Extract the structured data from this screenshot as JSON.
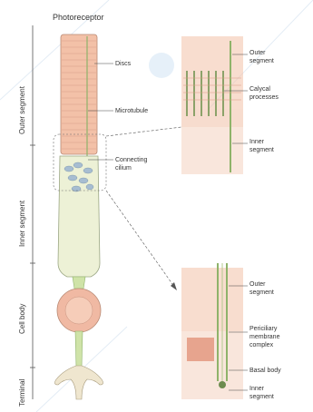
{
  "title": "Photoreceptor",
  "side_labels": {
    "outer_segment": "Outer segment",
    "inner_segment": "Inner segment",
    "cell_body": "Cell body",
    "terminal": "Terminal"
  },
  "main_labels": {
    "discs": "Discs",
    "microtubule": "Microtubule",
    "connecting_cilium_1": "Connecting",
    "connecting_cilium_2": "cilium"
  },
  "upper_inset": {
    "outer_segment_1": "Outer",
    "outer_segment_2": "segment",
    "calycal_1": "Calycal",
    "calycal_2": "processes",
    "inner_segment_1": "Inner",
    "inner_segment_2": "segment"
  },
  "lower_inset": {
    "outer_segment_1": "Outer",
    "outer_segment_2": "segment",
    "periciliary_1": "Periciliary",
    "periciliary_2": "membrane",
    "periciliary_3": "complex",
    "basal_body": "Basal body",
    "inner_segment_1": "Inner",
    "inner_segment_2": "segment"
  },
  "colors": {
    "outer_segment": "#f3c1a8",
    "inner_segment": "#edf1d6",
    "cell_body": "#f0b9a3",
    "axon": "#cfe3a8",
    "connector": "#8fb36a",
    "text": "#333333"
  }
}
